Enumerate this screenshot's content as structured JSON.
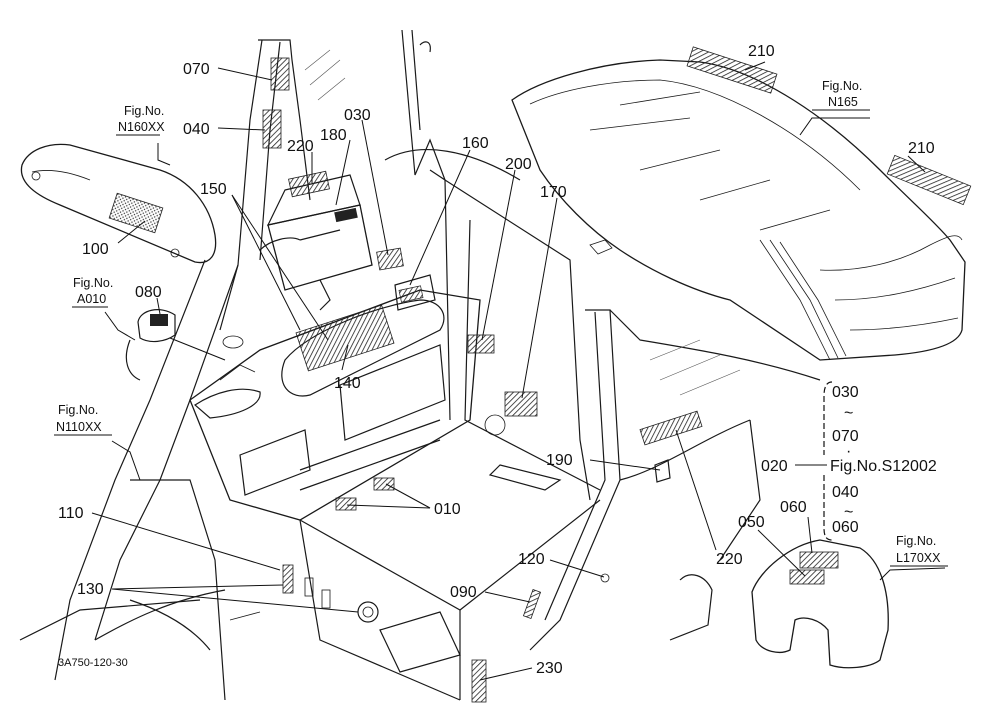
{
  "labels": {
    "l070": "070",
    "l040": "040",
    "l030": "030",
    "l180": "180",
    "l220a": "220",
    "l160": "160",
    "l200": "200",
    "l170": "170",
    "l150": "150",
    "l100": "100",
    "l080": "080",
    "l140": "140",
    "l190": "190",
    "l110": "110",
    "l010": "010",
    "l120": "120",
    "l130": "130",
    "l090": "090",
    "l230": "230",
    "l220b": "220",
    "l210a": "210",
    "l210b": "210",
    "l060": "060",
    "l050": "050",
    "b030": "030",
    "b070": "070",
    "b020": "020",
    "b040": "040",
    "b060": "060",
    "tilde": "~",
    "dot": "·"
  },
  "fig_refs": {
    "n160_prefix": "Fig.No.",
    "n160": "N160XX",
    "n165_prefix": "Fig.No.",
    "n165": "N165",
    "a010_prefix": "Fig.No.",
    "a010": "A010",
    "n110_prefix": "Fig.No.",
    "n110": "N110XX",
    "s12002": "Fig.No.S12002",
    "l170_prefix": "Fig.No.",
    "l170": "L170XX"
  },
  "drawing_number": "3A750-120-30"
}
